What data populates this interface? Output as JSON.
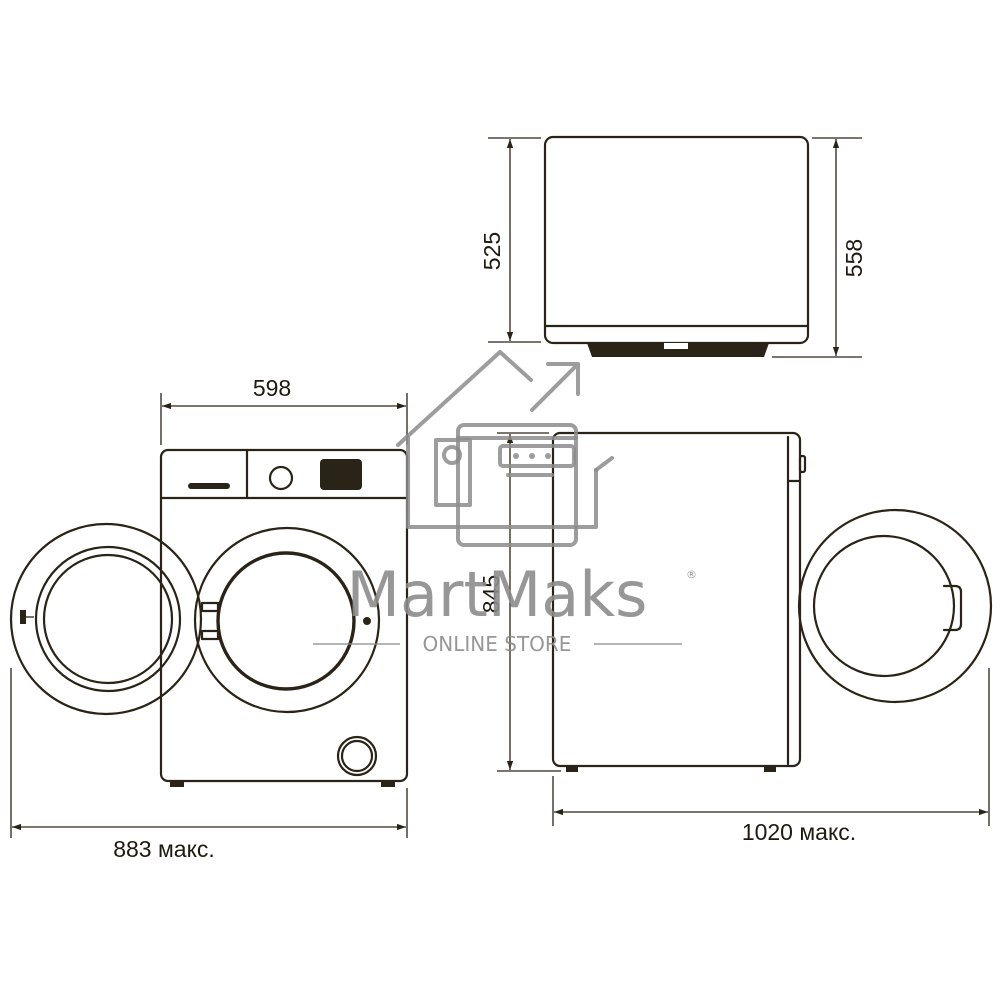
{
  "dimensions": {
    "width_front": "598",
    "depth_open_front": "883 макс.",
    "depth_top": "525",
    "depth_top_total": "558",
    "height": "845",
    "depth_open_side": "1020 макс."
  },
  "watermark": {
    "brand": "MartMaks",
    "registered_mark": "®",
    "tagline": "ONLINE STORE",
    "icon": "house-washer-logo-icon"
  },
  "colors": {
    "line": "#2a2418",
    "watermark": "#8c8c8c",
    "background": "#ffffff"
  }
}
